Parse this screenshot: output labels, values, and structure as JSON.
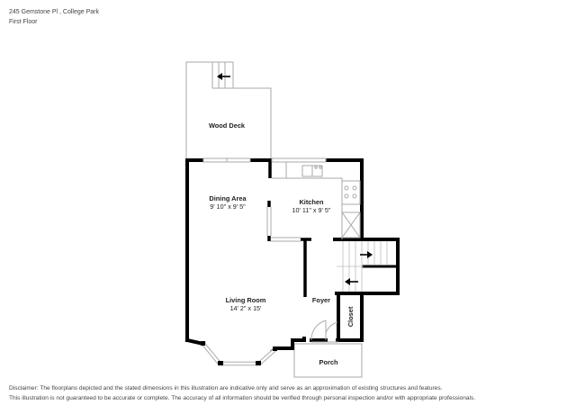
{
  "header": {
    "address": "245 Gemstone Pl , College Park",
    "floor": "First Floor"
  },
  "rooms": [
    {
      "name": "Wood Deck",
      "dimensions": ""
    },
    {
      "name": "Dining Area",
      "dimensions": "9' 10\" x 9' 5\""
    },
    {
      "name": "Kitchen",
      "dimensions": "10' 11\" x 9' 5\""
    },
    {
      "name": "Living Room",
      "dimensions": "14' 2\" x 15'"
    },
    {
      "name": "Foyer",
      "dimensions": ""
    },
    {
      "name": "Closet",
      "dimensions": ""
    },
    {
      "name": "Porch",
      "dimensions": ""
    }
  ],
  "icons": {
    "stair_arrow_deck": "arrow-left",
    "stair_arrow_up": "arrow-right",
    "stair_arrow_down": "arrow-left"
  },
  "colors": {
    "wall": "#000000",
    "outline": "#aaaaaa",
    "text": "#222222"
  },
  "disclaimer": {
    "line1": "Disclaimer: The floorplans depicted and the stated dimensions in this illustration are indicative only and serve as an approximation of existing structures and features.",
    "line2": "This illustration is not guaranteed to be accurate or complete. The accuracy of all information should be verified through personal inspection and/or with appropriate professionals."
  }
}
